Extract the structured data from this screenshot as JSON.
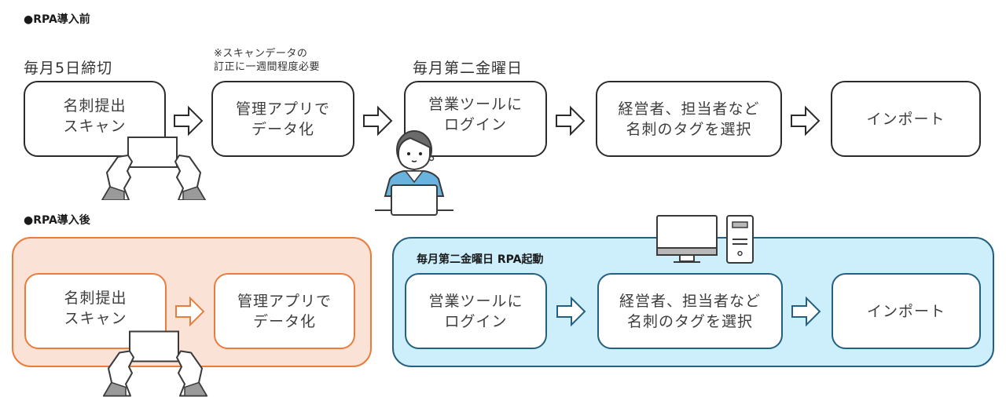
{
  "before": {
    "title": "●RPA導入前",
    "captions": {
      "deadline": "毎月5日締切",
      "note": "※スキャンデータの\n訂正に一週間程度必要",
      "schedule": "毎月第二金曜日"
    },
    "steps": [
      {
        "label": "名刺提出\nスキャン"
      },
      {
        "label": "管理アプリで\nデータ化"
      },
      {
        "label": "営業ツールに\nログイン"
      },
      {
        "label": "経営者、担当者など\n名刺のタグを選択"
      },
      {
        "label": "インポート"
      }
    ]
  },
  "after": {
    "title": "●RPA導入後",
    "manual_group": {
      "steps": [
        {
          "label": "名刺提出\nスキャン"
        },
        {
          "label": "管理アプリで\nデータ化"
        }
      ]
    },
    "rpa_group": {
      "label": "毎月第二金曜日 RPA起動",
      "steps": [
        {
          "label": "営業ツールに\nログイン"
        },
        {
          "label": "経営者、担当者など\n名刺のタグを選択"
        },
        {
          "label": "インポート"
        }
      ]
    }
  },
  "icons": {
    "hands": "hands-holding-card-icon",
    "person": "person-at-laptop-icon",
    "computer": "desktop-computer-icon"
  },
  "colors": {
    "orange_border": "#ea7d3c",
    "orange_fill": "#fbe2d6",
    "blue_border": "#24607f",
    "blue_fill": "#cdeefb",
    "dark_border": "#2b2b2b"
  }
}
